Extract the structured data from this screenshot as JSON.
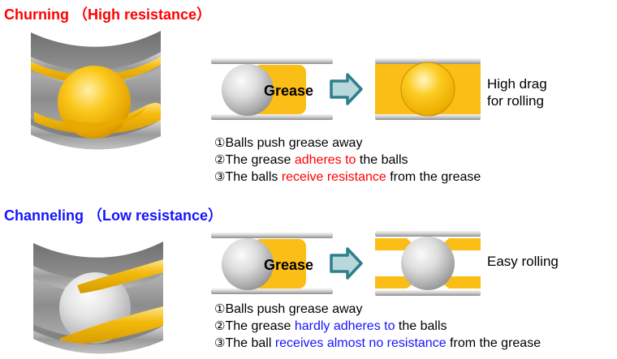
{
  "sections": [
    {
      "id": "churning",
      "title": "Churning （High resistance）",
      "title_color": "#ff0000",
      "result_label_lines": [
        "High drag",
        "for rolling"
      ],
      "grease_label": "Grease",
      "bullets": [
        {
          "num": "①",
          "pre": "Balls push grease away",
          "hi": "",
          "post": ""
        },
        {
          "num": "②",
          "pre": "The grease ",
          "hi": "adheres to",
          "post": " the balls"
        },
        {
          "num": "③",
          "pre": "The balls ",
          "hi": "receive resistance",
          "post": " from the grease"
        }
      ]
    },
    {
      "id": "channeling",
      "title": "Channeling （Low resistance）",
      "title_color": "#1414ff",
      "result_label_lines": [
        "Easy rolling"
      ],
      "grease_label": "Grease",
      "bullets": [
        {
          "num": "①",
          "pre": "Balls push grease away",
          "hi": "",
          "post": ""
        },
        {
          "num": "②",
          "pre": "The grease ",
          "hi": "hardly adheres to",
          "post": " the balls"
        },
        {
          "num": "③",
          "pre": "The ball ",
          "hi": "receives almost no resistance",
          "post": " from the grease"
        }
      ]
    }
  ],
  "colors": {
    "grease": "#FBBE16",
    "grease_dark": "#E2A400",
    "ball_gray_light": "#F2F2F2",
    "ball_gray_dark": "#8A8A8A",
    "ball_gold_light": "#FFF3B0",
    "ball_gold_dark": "#E8A800",
    "rail_gray": "#A8A8A8",
    "arrow_fill": "#B8D8DC",
    "arrow_stroke": "#2E7F8C",
    "metal_gray": "#909090",
    "red": "#ff0000",
    "blue": "#1414ff"
  },
  "icons": {
    "arrow": "right-arrow-icon"
  }
}
